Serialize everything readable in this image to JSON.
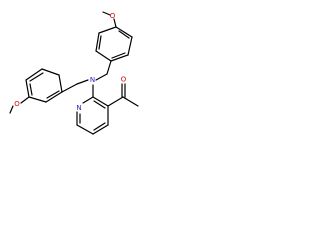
{
  "colors": {
    "background": "#ffffff",
    "bond": "#000000",
    "nitrogen": "#1f1fd0",
    "oxygen": "#e00000"
  },
  "atoms": {
    "n_amine": "N",
    "n_pyridine": "N",
    "o_methoxy_top": "O",
    "o_methoxy_left": "O",
    "o_carbonyl": "O"
  }
}
